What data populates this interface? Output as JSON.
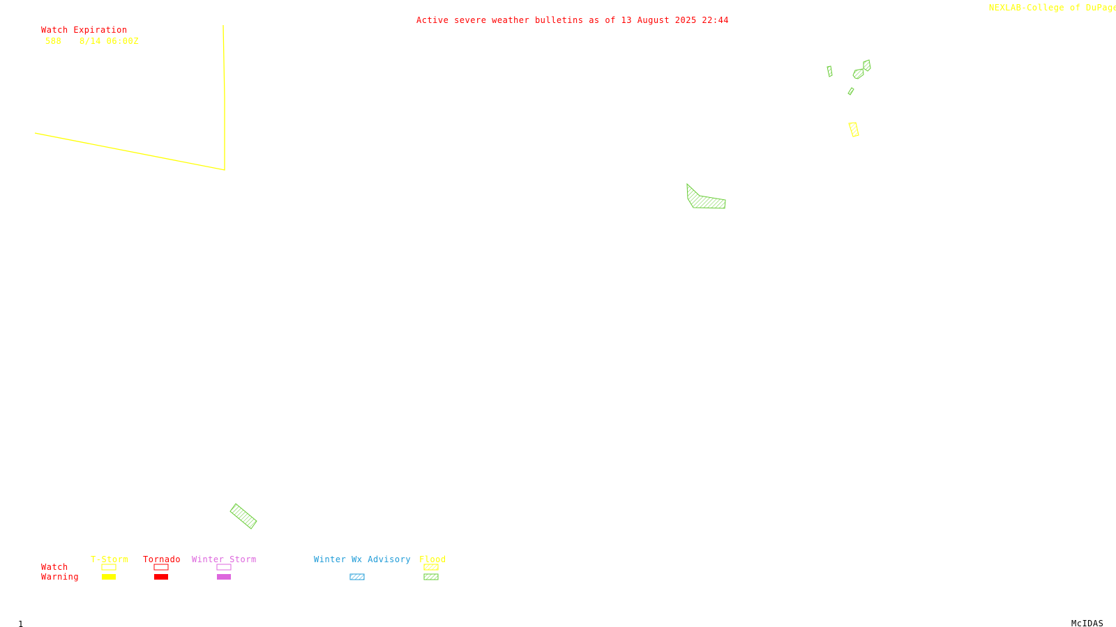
{
  "header": {
    "bulletin_title": "Active severe weather bulletins as of 13 August 2025 22:44",
    "credit": "NEXLAB-College of DuPage R",
    "title_color": "#ff0000",
    "credit_color": "#ffff00"
  },
  "watch_expiration": {
    "heading": "Watch Expiration",
    "heading_color": "#ff0000",
    "entries": [
      {
        "number": "588",
        "expires": "8/14 06:00Z",
        "color": "#ffff00"
      }
    ]
  },
  "legend": {
    "row_labels": {
      "watch": "Watch",
      "warning": "Warning"
    },
    "row_label_color": "#ff0000",
    "categories": [
      {
        "name": "T-Storm",
        "color": "#ffff00",
        "watch_style": "outline",
        "warning_style": "filled"
      },
      {
        "name": "Tornado",
        "color": "#ff0000",
        "watch_style": "outline",
        "warning_style": "filled"
      },
      {
        "name": "Winter Storm",
        "color": "#dd66dd",
        "watch_style": "outline",
        "warning_style": "filled"
      },
      {
        "name": "Winter Wx Advisory",
        "color": "#1e9bd7",
        "watch_style": "none",
        "warning_style": "hatched"
      },
      {
        "name": "Flood",
        "color": "#ffff00",
        "watch_style": "hatched",
        "warning_style": "hatched",
        "warning_color": "#66cc33"
      }
    ]
  },
  "map_features": {
    "flood_warning_color": "#66cc33",
    "flood_watch_color": "#ffff00",
    "tstorm_watch_color": "#ffff00",
    "items": [
      {
        "name": "tstorm-watch-588-outline",
        "type": "tstorm-watch"
      },
      {
        "name": "flood-warning-polygon-1",
        "type": "flood-warning"
      },
      {
        "name": "flood-warning-polygon-2",
        "type": "flood-warning"
      },
      {
        "name": "flood-warning-polygon-3",
        "type": "flood-warning"
      },
      {
        "name": "flood-warning-polygon-4",
        "type": "flood-warning"
      },
      {
        "name": "flood-warning-polygon-5",
        "type": "flood-warning"
      },
      {
        "name": "flood-watch-polygon-1",
        "type": "flood-watch"
      },
      {
        "name": "flood-warning-polygon-6",
        "type": "flood-warning"
      }
    ]
  },
  "footer": {
    "frame_number": "1",
    "software": "McIDAS",
    "color": "#000000"
  }
}
